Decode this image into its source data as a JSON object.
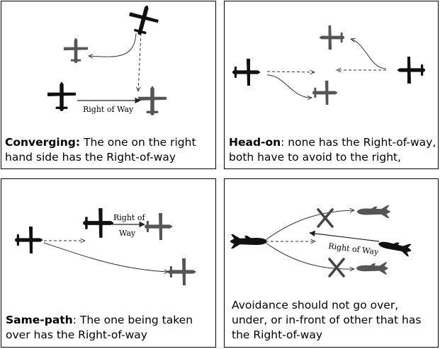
{
  "panels": {
    "converging": {
      "title": "Converging:",
      "text": " The one on the right hand side has the Right-of-way",
      "arrow_label": "Right of Way"
    },
    "head_on": {
      "title": "Head-on",
      "text": ": none has the Right-of-way, both have to avoid to the right,"
    },
    "same_path": {
      "title": "Same-path",
      "text": ": The one being taken over has the Right-of-way",
      "arrow_label_line1": "Right of",
      "arrow_label_line2": "Way"
    },
    "avoidance": {
      "text": "Avoidance should not go over, under, or in-front of other that has the Right-of-way",
      "arrow_label": "Right of Way"
    }
  },
  "colors": {
    "plane_dark": "#111111",
    "plane_gray": "#555555",
    "cross": "#444444"
  }
}
